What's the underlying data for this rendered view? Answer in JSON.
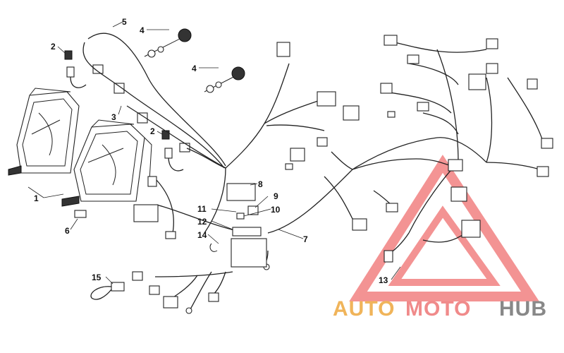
{
  "diagram": {
    "callouts": [
      "1",
      "2",
      "2",
      "3",
      "4",
      "4",
      "5",
      "6",
      "7",
      "8",
      "9",
      "10",
      "11",
      "12",
      "13",
      "14",
      "15"
    ]
  },
  "watermark": {
    "part1": "AUTO",
    "part2": "MOTO",
    "part3": "HUB",
    "colors": {
      "triangle": "#f07070",
      "auto": "#f0b45a",
      "moto": "#f08a8a",
      "hub": "#888888"
    }
  }
}
